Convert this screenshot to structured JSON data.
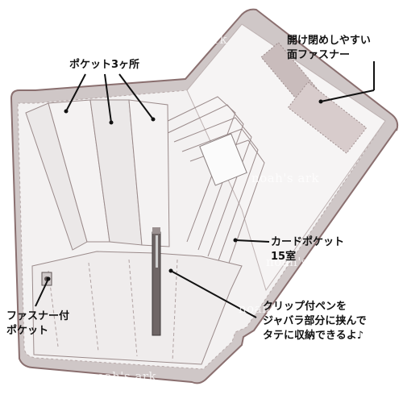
{
  "watermark": "noah's ark",
  "labels": {
    "zipper_top_line1": "開け閉めしやすい",
    "zipper_top_line2": "面ファスナー",
    "pockets_three": "ポケット3ヶ所",
    "card_pocket_line1": "カードポケット",
    "card_pocket_line2": "15室",
    "pen_line1": "クリップ付ペンを",
    "pen_line2": "ジャバラ部分に挟んで",
    "pen_line3": "タテに収納できるよ♪",
    "zip_pocket_line1": "ファスナー付",
    "zip_pocket_line2": "ポケット"
  },
  "colors": {
    "case_outline": "#8a6f6f",
    "case_fill": "#f3f1f1",
    "velcro": "#b9a6a6",
    "shadow": "#d9d5d5"
  }
}
